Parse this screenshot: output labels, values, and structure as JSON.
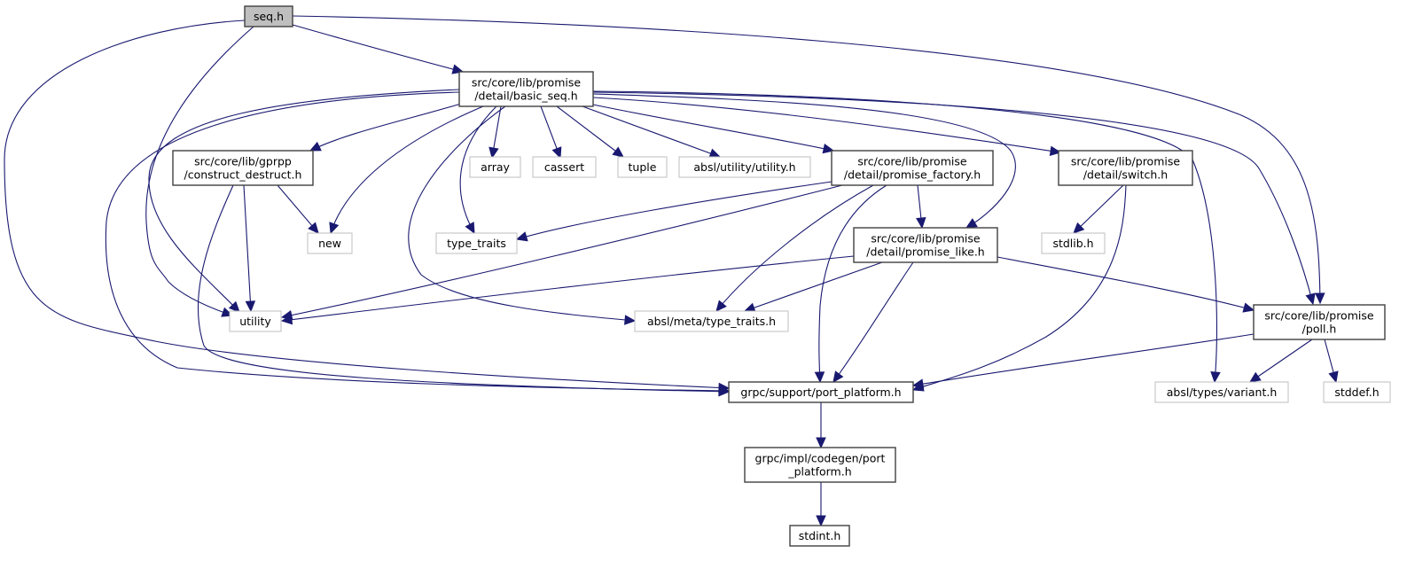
{
  "graph": {
    "title": "seq.h include dependency graph",
    "colors": {
      "edge": "#191970",
      "root_fill": "#bfbfbf",
      "local_border": "#404040",
      "system_border": "#bfbfbf"
    },
    "nodes": [
      {
        "id": "seq",
        "kind": "root",
        "lines": [
          "seq.h"
        ]
      },
      {
        "id": "basic_seq",
        "kind": "local",
        "lines": [
          "src/core/lib/promise",
          "/detail/basic_seq.h"
        ]
      },
      {
        "id": "construct_destruct",
        "kind": "local",
        "lines": [
          "src/core/lib/gprpp",
          "/construct_destruct.h"
        ]
      },
      {
        "id": "array",
        "kind": "system",
        "lines": [
          "array"
        ]
      },
      {
        "id": "cassert",
        "kind": "system",
        "lines": [
          "cassert"
        ]
      },
      {
        "id": "tuple",
        "kind": "system",
        "lines": [
          "tuple"
        ]
      },
      {
        "id": "absl_utility",
        "kind": "system",
        "lines": [
          "absl/utility/utility.h"
        ]
      },
      {
        "id": "promise_factory",
        "kind": "local",
        "lines": [
          "src/core/lib/promise",
          "/detail/promise_factory.h"
        ]
      },
      {
        "id": "switch",
        "kind": "local",
        "lines": [
          "src/core/lib/promise",
          "/detail/switch.h"
        ]
      },
      {
        "id": "new",
        "kind": "system",
        "lines": [
          "new"
        ]
      },
      {
        "id": "type_traits",
        "kind": "system",
        "lines": [
          "type_traits"
        ]
      },
      {
        "id": "promise_like",
        "kind": "local",
        "lines": [
          "src/core/lib/promise",
          "/detail/promise_like.h"
        ]
      },
      {
        "id": "stdlib",
        "kind": "system",
        "lines": [
          "stdlib.h"
        ]
      },
      {
        "id": "utility",
        "kind": "system",
        "lines": [
          "utility"
        ]
      },
      {
        "id": "absl_meta",
        "kind": "system",
        "lines": [
          "absl/meta/type_traits.h"
        ]
      },
      {
        "id": "poll",
        "kind": "local",
        "lines": [
          "src/core/lib/promise",
          "/poll.h"
        ]
      },
      {
        "id": "port_platform",
        "kind": "local",
        "lines": [
          "grpc/support/port_platform.h"
        ]
      },
      {
        "id": "absl_variant",
        "kind": "system",
        "lines": [
          "absl/types/variant.h"
        ]
      },
      {
        "id": "stddef",
        "kind": "system",
        "lines": [
          "stddef.h"
        ]
      },
      {
        "id": "codegen_port_platform",
        "kind": "local",
        "lines": [
          "grpc/impl/codegen/port",
          "_platform.h"
        ]
      },
      {
        "id": "stdint",
        "kind": "local",
        "lines": [
          "stdint.h"
        ]
      }
    ],
    "edges": [
      {
        "from": "seq",
        "to": "basic_seq"
      },
      {
        "from": "seq",
        "to": "port_platform"
      },
      {
        "from": "seq",
        "to": "utility"
      },
      {
        "from": "seq",
        "to": "poll"
      },
      {
        "from": "basic_seq",
        "to": "construct_destruct"
      },
      {
        "from": "basic_seq",
        "to": "array"
      },
      {
        "from": "basic_seq",
        "to": "cassert"
      },
      {
        "from": "basic_seq",
        "to": "tuple"
      },
      {
        "from": "basic_seq",
        "to": "absl_utility"
      },
      {
        "from": "basic_seq",
        "to": "promise_factory"
      },
      {
        "from": "basic_seq",
        "to": "switch"
      },
      {
        "from": "basic_seq",
        "to": "new"
      },
      {
        "from": "basic_seq",
        "to": "type_traits"
      },
      {
        "from": "basic_seq",
        "to": "promise_like"
      },
      {
        "from": "basic_seq",
        "to": "utility"
      },
      {
        "from": "basic_seq",
        "to": "absl_meta"
      },
      {
        "from": "basic_seq",
        "to": "poll"
      },
      {
        "from": "basic_seq",
        "to": "port_platform"
      },
      {
        "from": "basic_seq",
        "to": "absl_variant"
      },
      {
        "from": "construct_destruct",
        "to": "new"
      },
      {
        "from": "construct_destruct",
        "to": "utility"
      },
      {
        "from": "construct_destruct",
        "to": "port_platform"
      },
      {
        "from": "promise_factory",
        "to": "type_traits"
      },
      {
        "from": "promise_factory",
        "to": "utility"
      },
      {
        "from": "promise_factory",
        "to": "absl_meta"
      },
      {
        "from": "promise_factory",
        "to": "promise_like"
      },
      {
        "from": "promise_factory",
        "to": "port_platform"
      },
      {
        "from": "switch",
        "to": "stdlib"
      },
      {
        "from": "switch",
        "to": "port_platform"
      },
      {
        "from": "promise_like",
        "to": "utility"
      },
      {
        "from": "promise_like",
        "to": "absl_meta"
      },
      {
        "from": "promise_like",
        "to": "port_platform"
      },
      {
        "from": "promise_like",
        "to": "poll"
      },
      {
        "from": "poll",
        "to": "port_platform"
      },
      {
        "from": "poll",
        "to": "absl_variant"
      },
      {
        "from": "poll",
        "to": "stddef"
      },
      {
        "from": "port_platform",
        "to": "codegen_port_platform"
      },
      {
        "from": "codegen_port_platform",
        "to": "stdint"
      }
    ]
  }
}
